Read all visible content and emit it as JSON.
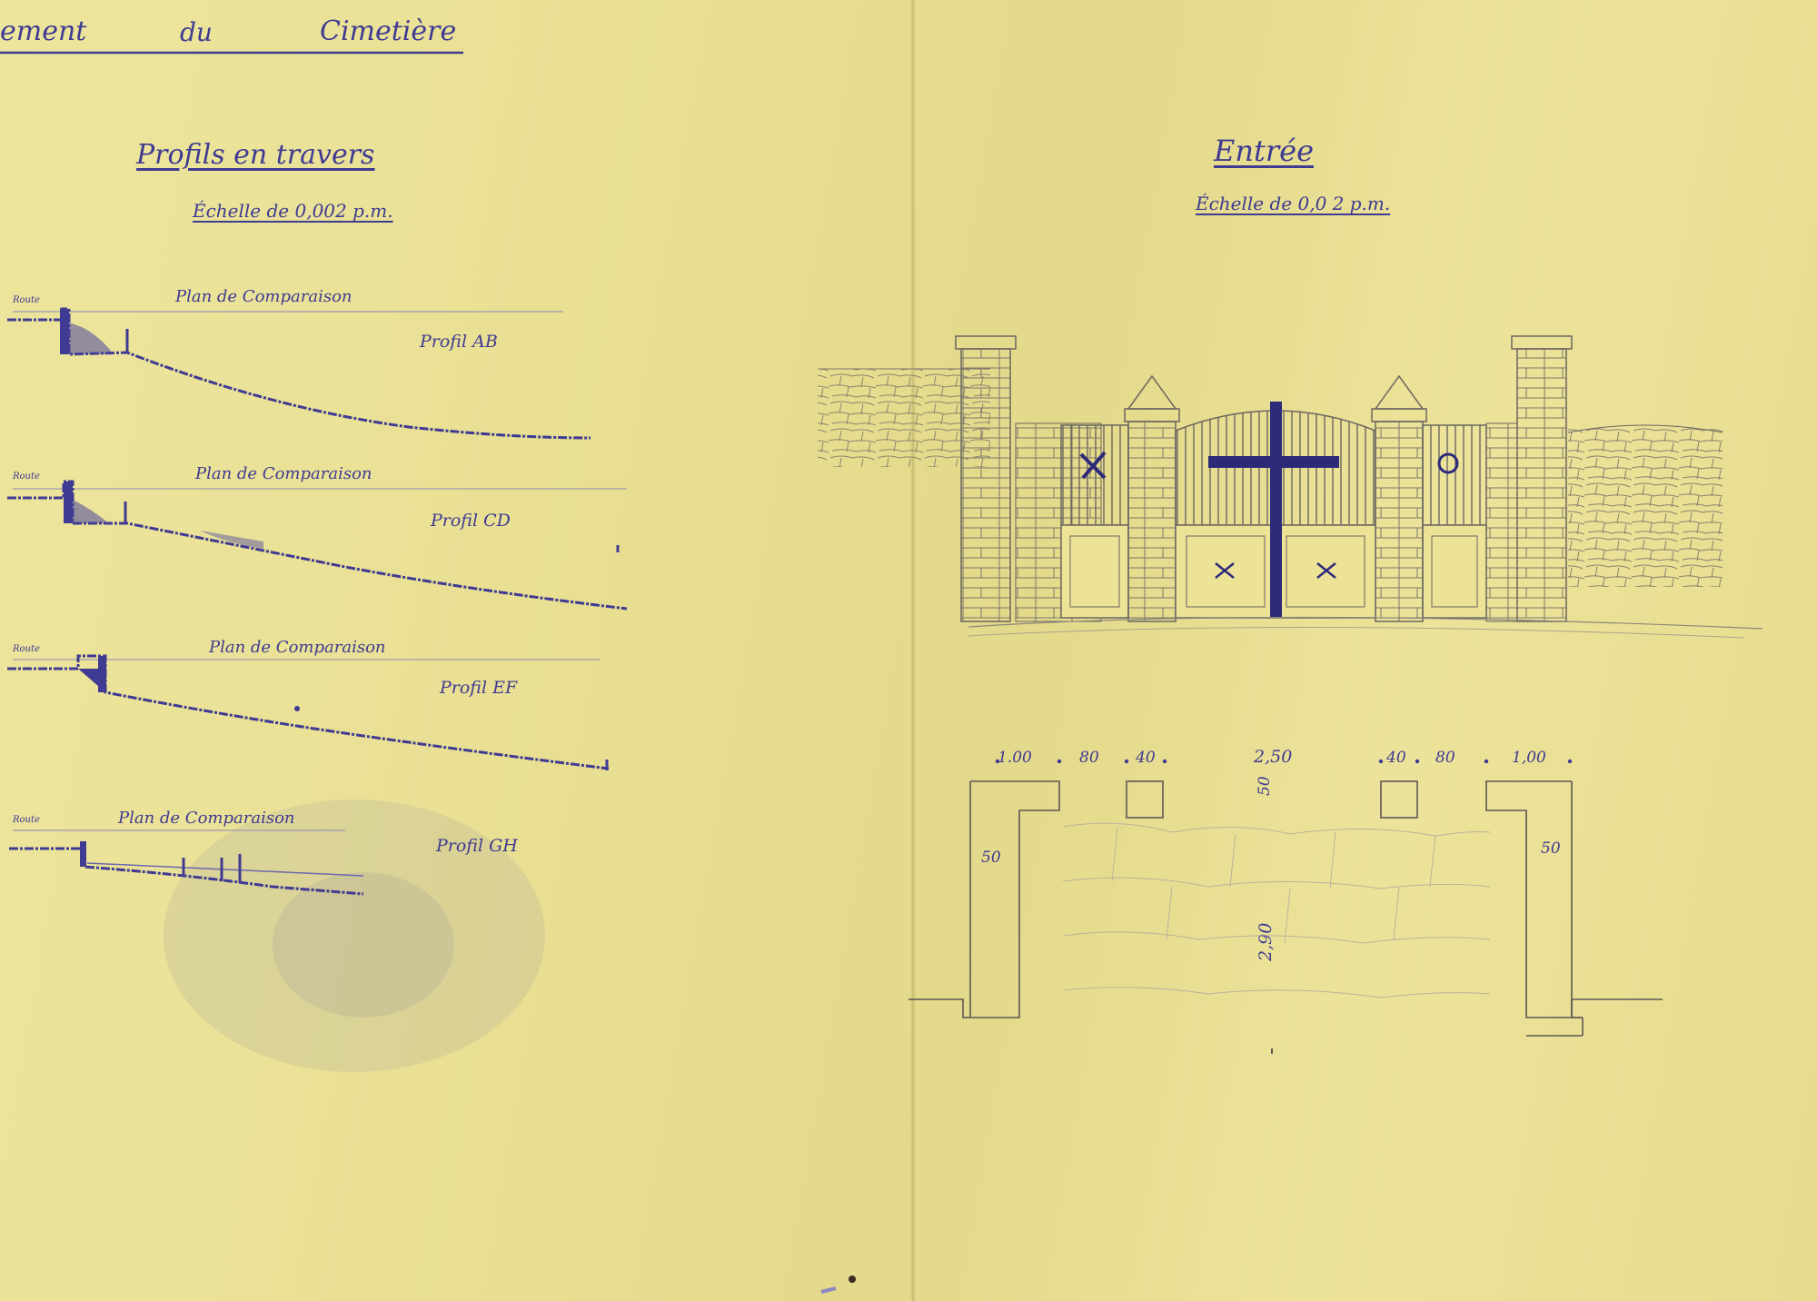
{
  "header": {
    "title_left": "ement",
    "title_mid": "du",
    "title_right": "Cimetière"
  },
  "profiles": {
    "title": "Profils en travers",
    "scale": "Échelle de 0,002 p.m.",
    "items": [
      {
        "road": "Route",
        "plan": "Plan de Comparaison",
        "name": "Profil AB"
      },
      {
        "road": "Route",
        "plan": "Plan de Comparaison",
        "name": "Profil CD"
      },
      {
        "road": "Route",
        "plan": "Plan de Comparaison",
        "name": "Profil EF"
      },
      {
        "road": "Route",
        "plan": "Plan de Comparaison",
        "name": "Profil GH"
      }
    ]
  },
  "entrance": {
    "title": "Entrée",
    "scale": "Échelle de 0,0 2 p.m.",
    "dims_top": [
      "1.00",
      "80",
      "40",
      "2,50",
      "40",
      "80",
      "1,00"
    ],
    "dims_side": [
      "50",
      "50",
      "50"
    ],
    "depth": "2,90"
  },
  "colors": {
    "paper": "#ebe397",
    "ink": "#3f3a92",
    "pencil": "#6a6660"
  }
}
